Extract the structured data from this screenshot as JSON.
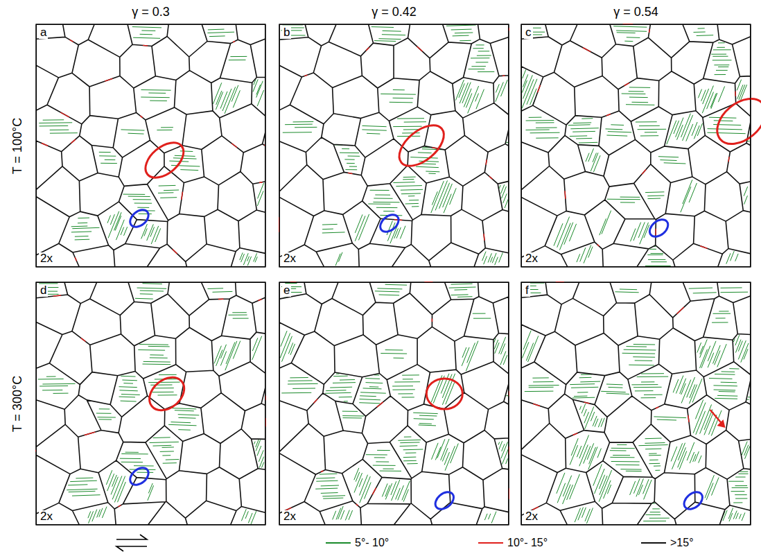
{
  "diagram": {
    "nodes": [
      {
        "text": [
          "a",
          "2x"
        ]
      },
      {
        "text": [
          "b",
          "2x"
        ]
      },
      {
        "text": [
          "c",
          "2x"
        ]
      },
      {
        "text": [
          "d",
          "2x"
        ]
      },
      {
        "text": [
          "e",
          "2x"
        ]
      },
      {
        "text": [
          "f",
          "2x"
        ]
      }
    ],
    "labels": [
      "γ = 0.3",
      "γ = 0.42",
      "γ = 0.54",
      "T = 100°C",
      "T = 300°C"
    ],
    "legend": [
      {
        "text": "5°- 10°"
      },
      {
        "text": "10°- 15°"
      },
      {
        "text": ">15°"
      }
    ]
  }
}
